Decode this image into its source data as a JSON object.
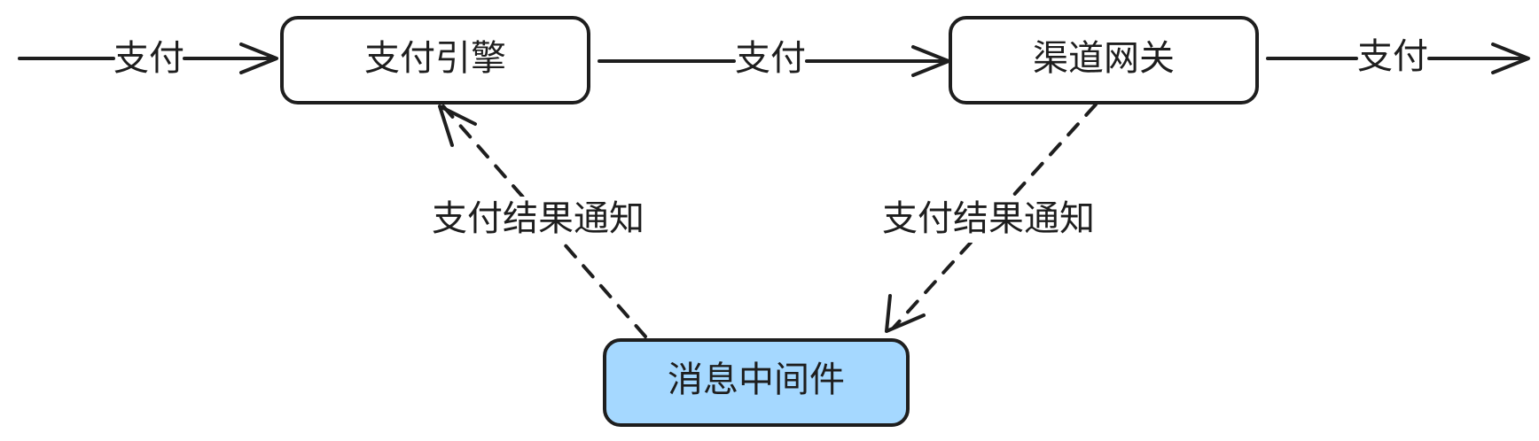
{
  "diagram": {
    "nodes": {
      "payment_engine": {
        "label": "支付引擎",
        "fill": "#ffffff"
      },
      "channel_gateway": {
        "label": "渠道网关",
        "fill": "#ffffff"
      },
      "message_middleware": {
        "label": "消息中间件",
        "fill": "#a5d8ff"
      }
    },
    "edges": {
      "input_payment": {
        "label": "支付"
      },
      "engine_to_gateway": {
        "label": "支付"
      },
      "gateway_output": {
        "label": "支付"
      },
      "gateway_to_middleware": {
        "label": "支付结果通知"
      },
      "middleware_to_engine": {
        "label": "支付结果通知"
      }
    },
    "colors": {
      "stroke": "#1e1e1e",
      "middleware_fill": "#a5d8ff",
      "background": "#ffffff"
    }
  }
}
